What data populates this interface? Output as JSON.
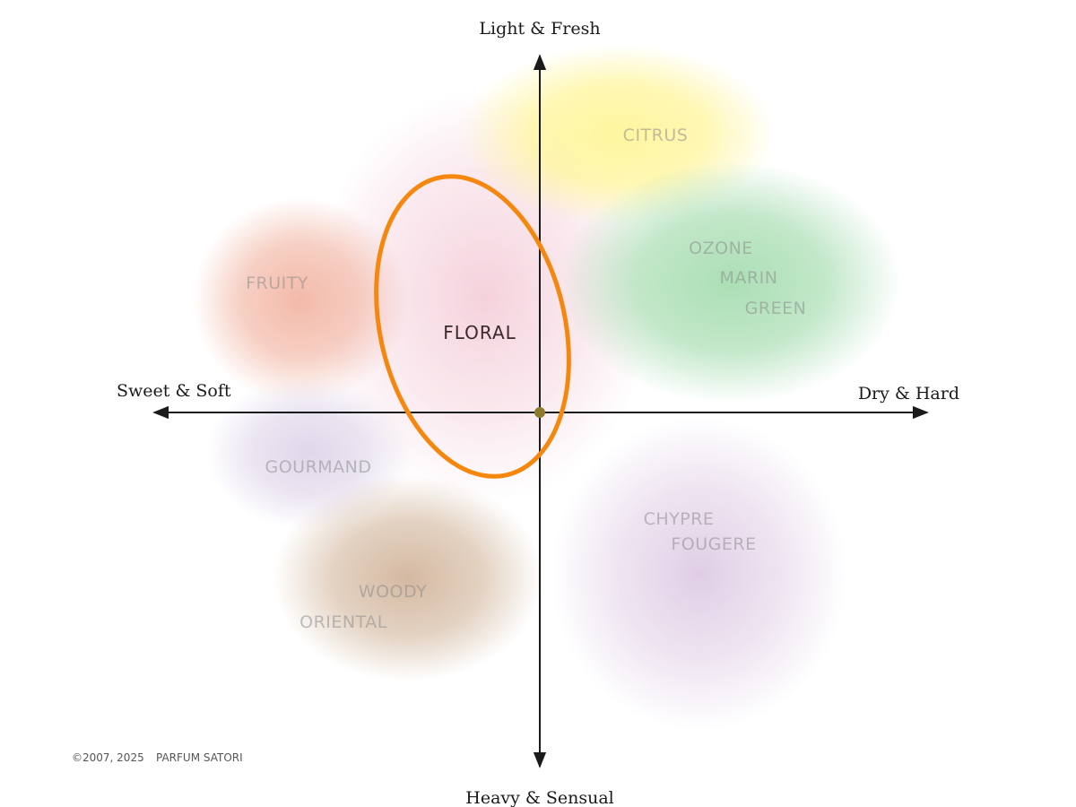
{
  "axes": {
    "top": "Light & Fresh",
    "bottom": "Heavy & Sensual",
    "left": "Sweet & Soft",
    "right": "Dry & Hard"
  },
  "families": {
    "citrus": "CITRUS",
    "ozone": "OZONE",
    "marin": "MARIN",
    "green": "GREEN",
    "fruity": "FRUITY",
    "floral": "FLORAL",
    "gourmand": "GOURMAND",
    "woody": "WOODY",
    "oriental": "ORIENTAL",
    "chypre": "CHYPRE",
    "fougere": "FOUGERE"
  },
  "highlight": {
    "family": "FLORAL",
    "color": "#f5870f"
  },
  "colors": {
    "citrus": "#fff59a",
    "marine_green": "#a7ddb1",
    "fruity": "#f2b6a4",
    "floral": "#f6d3dd",
    "gourmand": "#ddd3e8",
    "woody_oriental": "#d7bea7",
    "chypre_fougere": "#dcc8e2",
    "origin_dot": "#8c7b2d",
    "axis": "#1a1a1a"
  },
  "footer": {
    "copyright": "©2007, 2025",
    "brand": "PARFUM SATORI"
  }
}
